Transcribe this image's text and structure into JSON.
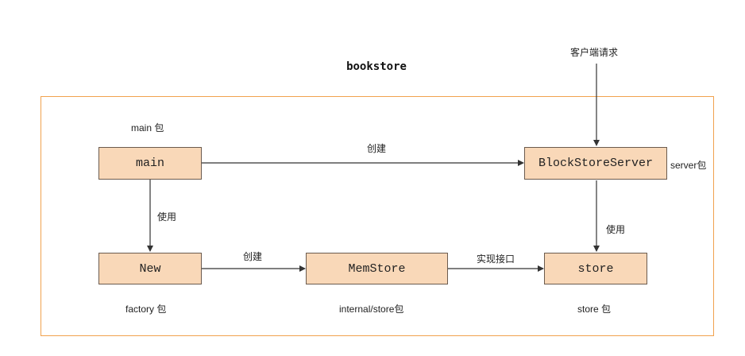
{
  "diagram": {
    "title": "bookstore",
    "client_request": "客户端请求",
    "nodes": {
      "main": "main",
      "server": "BlockStoreServer",
      "new": "New",
      "memstore": "MemStore",
      "store": "store"
    },
    "package_labels": {
      "main": "main 包",
      "server": "server包",
      "factory": "factory 包",
      "internal_store": "internal/store包",
      "store": "store 包"
    },
    "edge_labels": {
      "main_to_server": "创建",
      "main_to_new": "使用",
      "new_to_memstore": "创建",
      "memstore_to_store": "实现接口",
      "server_to_store": "使用"
    },
    "colors": {
      "frame": "#f1a24e",
      "node_fill": "#f9d8b8",
      "node_border": "#6b5b4e",
      "arrow": "#333333"
    }
  }
}
